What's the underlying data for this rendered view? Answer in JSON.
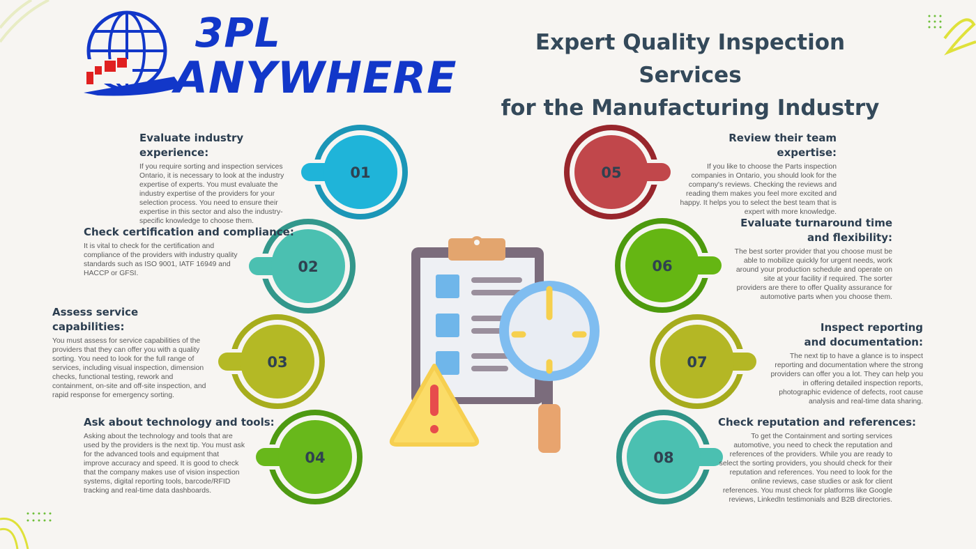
{
  "logo": {
    "line1": "3PL",
    "line2": "ANYWHERE",
    "brand_color": "#1237c9",
    "accent_color": "#e02020"
  },
  "title": {
    "line1": "Expert Quality Inspection Services",
    "line2": "for the Manufacturing Industry"
  },
  "items": [
    {
      "num": "01",
      "color": "#1fb4d9",
      "ring": "#1b96b7",
      "title": "Evaluate industry experience:",
      "body": "If you require sorting and inspection services Ontario, it is necessary to look at the industry expertise of experts. You must evaluate the industry expertise of the providers for your selection process. You need to ensure their expertise in this sector and also the industry-specific knowledge to choose them."
    },
    {
      "num": "02",
      "color": "#4bc0b1",
      "ring": "#33978b",
      "title": "Check certification and compliance:",
      "body": "It is vital to check for the certification and compliance of the providers with industry quality standards such as ISO 9001, IATF 16949 and HACCP or GFSI."
    },
    {
      "num": "03",
      "color": "#b4b925",
      "ring": "#a7ad1c",
      "title": "Assess service capabilities:",
      "body": "You must assess for service capabilities of the providers that they can offer you with a quality sorting. You need to look for the full range of services, including visual inspection, dimension checks, functional testing, rework and containment, on-site and off-site inspection, and rapid response for emergency sorting."
    },
    {
      "num": "04",
      "color": "#68b81b",
      "ring": "#4e9a12",
      "title": "Ask about technology and tools:",
      "body": "Asking about the technology and tools that are used by the providers is the next tip. You must ask for the advanced tools and equipment that improve accuracy and speed. It is good to check that the company makes use of vision inspection systems, digital reporting tools, barcode/RFID tracking and real-time data dashboards."
    },
    {
      "num": "05",
      "color": "#c1474b",
      "ring": "#98262c",
      "title": "Review their team expertise:",
      "body": "If you like to choose the Parts inspection companies in Ontario, you should look for the company's reviews. Checking the reviews and reading them makes you feel more excited and happy. It helps you to select the best team that is expert with more knowledge."
    },
    {
      "num": "06",
      "color": "#65b613",
      "ring": "#4d9a0d",
      "title": "Evaluate turnaround time and flexibility:",
      "body": "The best sorter provider that you choose must be able to mobilize quickly for urgent needs, work around your production schedule and operate on site at your facility if required. The sorter providers are there to offer Quality assurance for automotive parts when you choose them."
    },
    {
      "num": "07",
      "color": "#b4b725",
      "ring": "#a6ab1d",
      "title": "Inspect reporting and documentation:",
      "body": "The next tip to have a glance is to inspect reporting and documentation where the strong providers can offer you a lot. They can help you in offering detailed inspection reports, photographic evidence of defects, root cause analysis and real-time data sharing."
    },
    {
      "num": "08",
      "color": "#4bc0b1",
      "ring": "#2f9387",
      "title": "Check reputation and references:",
      "body": "To get the Containment and sorting services automotive, you need to check the reputation and references of the providers. While you are ready to select the sorting providers, you should check for their reputation and references. You need to look for the online reviews, case studies or ask for client references. You must check for platforms like Google reviews, LinkedIn testimonials and B2B directories."
    }
  ]
}
